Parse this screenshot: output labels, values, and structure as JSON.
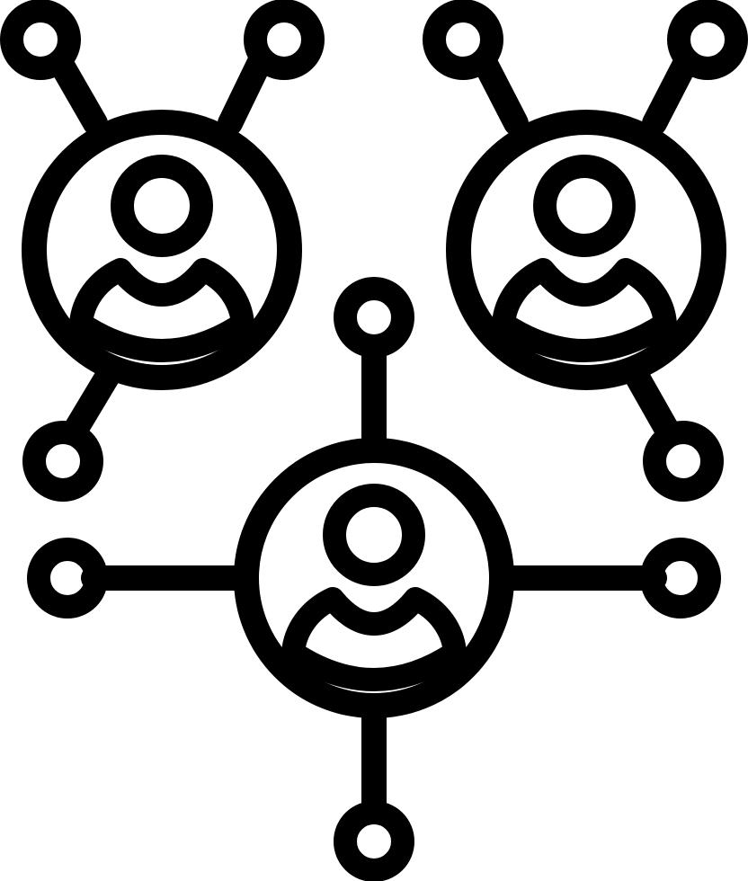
{
  "icon": {
    "name": "user-network-icon",
    "style": "outline",
    "stroke_color": "#000000",
    "background_color": "#ffffff"
  },
  "groups": [
    {
      "name": "user-node-top-left",
      "avatar": "user-avatar-icon",
      "connections": 3
    },
    {
      "name": "user-node-top-right",
      "avatar": "user-avatar-icon",
      "connections": 3
    },
    {
      "name": "user-node-bottom-center",
      "avatar": "user-avatar-icon",
      "connections": 4
    }
  ]
}
